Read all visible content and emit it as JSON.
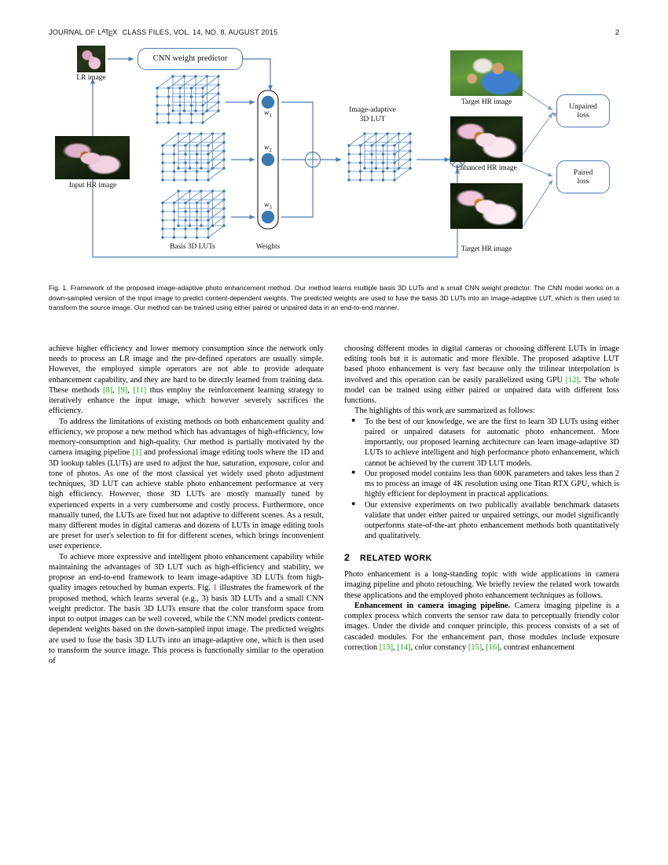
{
  "header": {
    "journal_prefix": "JOURNAL OF ",
    "journal_latex": "LATEX",
    "journal_suffix": " CLASS FILES, VOL. 14, NO. 8, AUGUST 2015",
    "page_number": "2"
  },
  "figure": {
    "labels": {
      "lr_image": "LR image",
      "cnn_predictor": "CNN weight predictor",
      "input_hr_image": "Input HR image",
      "basis_luts": "Basis 3D LUTs",
      "weights": "Weights",
      "w1": "w",
      "w1_sub": "1",
      "w2": "w",
      "w2_sub": "2",
      "w3": "w",
      "w3_sub": "3",
      "image_adaptive_line1": "Image-adaptive",
      "image_adaptive_line2": "3D LUT",
      "target_hr_top": "Target HR image",
      "enhanced_hr": "Enhanced HR image",
      "target_hr_bottom": "Target HR image",
      "unpaired_loss_l1": "Unpaired",
      "unpaired_loss_l2": "loss",
      "paired_loss_l1": "Paired",
      "paired_loss_l2": "loss"
    },
    "colors": {
      "accent_blue": "#4a7db5",
      "node_fill": "#3d7ab5",
      "cube_line": "#5b8ec4"
    },
    "caption": "Fig. 1. Framework of the proposed image-adaptive photo enhancement method. Our method learns multiple basis 3D LUTs and a small CNN weight predictor. The CNN model works on a down-sampled version of the input image to predict content-dependent weights. The predicted weights are used to fuse the basis 3D LUTs into an image-adaptive LUT, which is then used to transform the source image. Our method can be trained using either paired or unpaired data in an end-to-end manner."
  },
  "left_column": {
    "para1_a": "achieve higher efficiency and lower memory consumption since the network only needs to process an LR image and the pre-defined operators are usually simple. However, the employed simple operators are not able to provide adequate enhancement capability, and they are hard to be directly learned from training data. These methods ",
    "para1_cite1": "[8]",
    "para1_b": ", ",
    "para1_cite2": "[9]",
    "para1_c": ", ",
    "para1_cite3": "[11]",
    "para1_d": " thus employ the reinforcement learning strategy to iteratively enhance the input image, which however severely sacrifices the efficiency.",
    "para2_a": "To address the limitations of existing methods on both enhancement quality and efficiency, we propose a new method which has advantages of high-efficiency, low memory-consumption and high-quality. Our method is partially motivated by the camera imaging pipeline ",
    "para2_cite1": "[1]",
    "para2_b": " and professional image editing tools where the 1D and 3D lookup tables (LUTs) are used to adjust the hue, saturation, exposure, color and tone of photos. As one of the most classical yet widely used photo adjustment techniques, 3D LUT can achieve stable photo enhancement performance at very high efficiency. However, those 3D LUTs are mostly manually tuned by experienced experts in a very cumbersome and costly process. Furthermore, once manually tuned, the LUTs are fixed but not adaptive to different scenes. As a result, many different modes in digital cameras and dozens of LUTs in image editing tools are preset for user's selection to fit for different scenes, which brings inconvenient user experience.",
    "para3_a": "To achieve more expressive and intelligent photo enhancement capability while maintaining the advantages of 3D LUT such as high-efficiency and stability, we propose an end-to-end framework to learn image-adaptive 3D LUTs from high-quality images retouched by human experts. Fig. ",
    "para3_figref": "1",
    "para3_b": " illustrates the framework of the proposed method, which learns several (e.g., 3) basis 3D LUTs and a small CNN weight predictor. The basis 3D LUTs ensure that the color transform space from input to output images can be well covered, while the CNN model predicts content-dependent weights based on the down-sampled input image. The predicted weights are used to fuse the basis 3D LUTs into an image-adaptive one, which is then used to transform the source image. This process is functionally similar to the operation of"
  },
  "right_column": {
    "para1_a": "choosing different modes in digital cameras or choosing different LUTs in image editing tools but it is automatic and more flexible. The proposed adaptive LUT based photo enhancement is very fast because only the trilinear interpolation is involved and this operation can be easily parallelized using GPU ",
    "para1_cite1": "[12]",
    "para1_b": ". The whole model can be trained using either paired or unpaired data with different loss functions.",
    "para2": "The highlights of this work are summarized as follows:",
    "bullets": [
      "To the best of our knowledge, we are the first to learn 3D LUTs using either paired or unpaired datasets for automatic photo enhancement. More importantly, our proposed learning architecture can learn image-adaptive 3D LUTs to achieve intelligent and high performance photo enhancement, which cannot be achieved by the current 3D LUT models.",
      "Our proposed model contains less than 600K parameters and takes less than 2 ms to process an image of 4K resolution using one Titan RTX GPU, which is highly efficient for deployment in practical applications.",
      "Our extensive experiments on two publically available benchmark datasets validate that under either paired or unpaired settings, our model significantly outperforms state-of-the-art photo enhancement methods both quantitatively and qualitatively."
    ],
    "section": {
      "number": "2",
      "title": "RELATED WORK"
    },
    "sec_para1": "Photo enhancement is a long-standing topic with wide applications in camera imaging pipeline and photo retouching. We briefly review the related work towards these applications and the employed photo enhancement techniques as follows.",
    "sec_para2_runin": "Enhancement in camera imaging pipeline.",
    "sec_para2_a": " Camera imaging pipeline is a complex process which converts the sensor raw data to perceptually friendly color images. Under the divide and conquer principle, this process consists of a set of cascaded modules. For the enhancement part, those modules include exposure correction ",
    "sec_para2_cite1": "[13]",
    "sec_para2_b": ", ",
    "sec_para2_cite2": "[14]",
    "sec_para2_c": ", color constancy ",
    "sec_para2_cite3": "[15]",
    "sec_para2_d": ", ",
    "sec_para2_cite4": "[16]",
    "sec_para2_e": ", contrast enhancement"
  }
}
